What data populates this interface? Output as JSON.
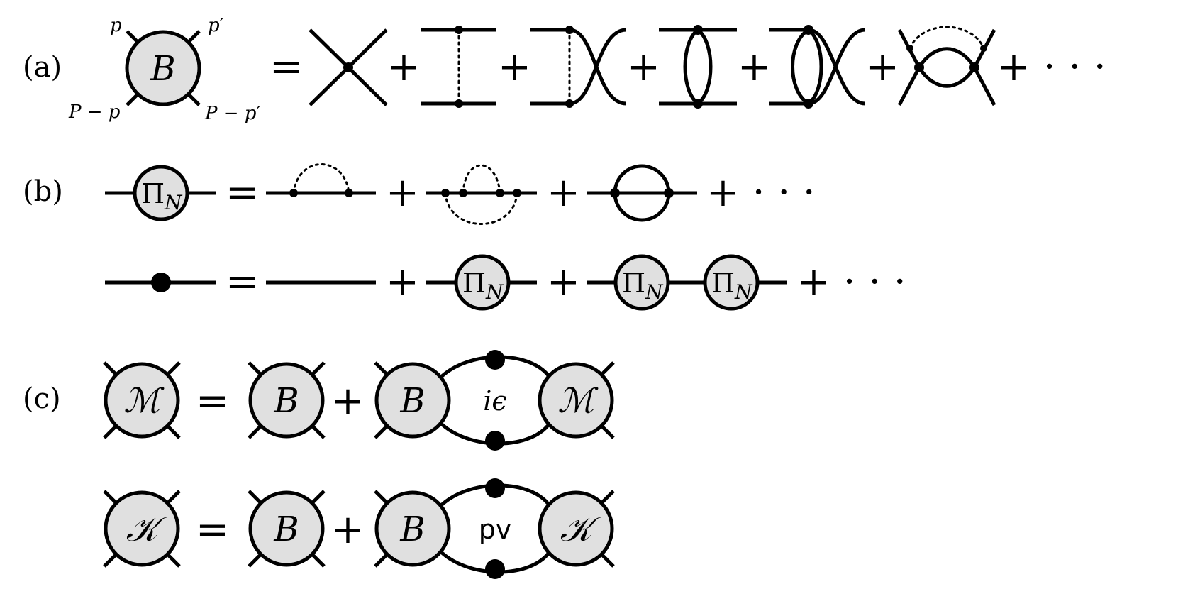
{
  "panels": {
    "a": {
      "label": "(a)",
      "blob": "B",
      "momenta": {
        "p": "p",
        "pprime": "p′",
        "P_minus_p": "P − p",
        "P_minus_pprime": "P − p′"
      }
    },
    "b": {
      "label": "(b)",
      "self_energy": "Π",
      "self_energy_sub": "N"
    },
    "c": {
      "label": "(c)",
      "M": "ℳ",
      "K": "𝒦",
      "B": "B",
      "ieps": "iϵ",
      "pv": "pv"
    }
  },
  "ops": {
    "equals": "=",
    "plus": "+",
    "dots": "+ · · ·"
  }
}
